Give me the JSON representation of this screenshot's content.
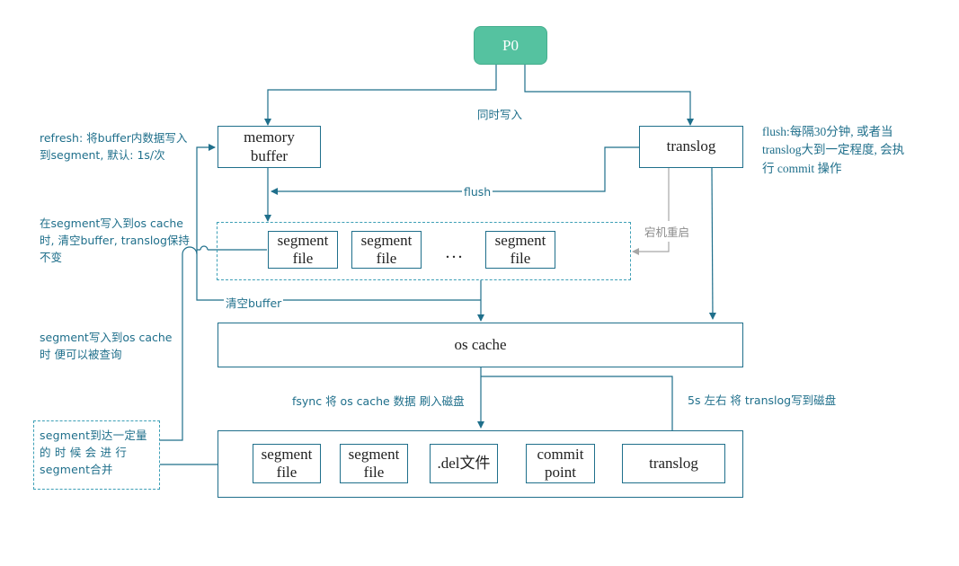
{
  "nodes": {
    "p0": "P0",
    "memory_buffer": "memory\nbuffer",
    "translog_top": "translog",
    "segment_files_top": [
      "segment\nfile",
      "segment\nfile",
      "segment\nfile"
    ],
    "ellipsis": "...",
    "os_cache": "os cache",
    "disk_items": [
      "segment\nfile",
      "segment\nfile",
      ".del文件",
      "commit\npoint",
      "translog"
    ]
  },
  "labels": {
    "write_both": "同时写入",
    "flush": "flush",
    "crash_restart": "宕机重启",
    "clear_buffer": "清空buffer",
    "fsync": "fsync 将 os cache 数据 刷入磁盘",
    "translog_to_disk": "5s 左右 将 translog写到磁盘"
  },
  "notes": {
    "refresh": "refresh: 将buffer内数据写入\n到segment, 默认: 1s/次",
    "segment_to_cache": "在segment写入到os cache\n时, 清空buffer, translog保持\n不变",
    "searchable": "segment写入到os cache\n时 便可以被查询",
    "merge": "segment到达一定量\n的 时 候 会 进 行\nsegment合并",
    "flush_desc": "flush:每隔30分钟, 或者当\ntranslog大到一定程度, 会执\n行 commit 操作"
  },
  "colors": {
    "accent": "#1f6f8b",
    "p0_fill": "#55c2a0",
    "dashed_border": "#3d9fb6",
    "gray_arrow": "#a6a6a6"
  }
}
